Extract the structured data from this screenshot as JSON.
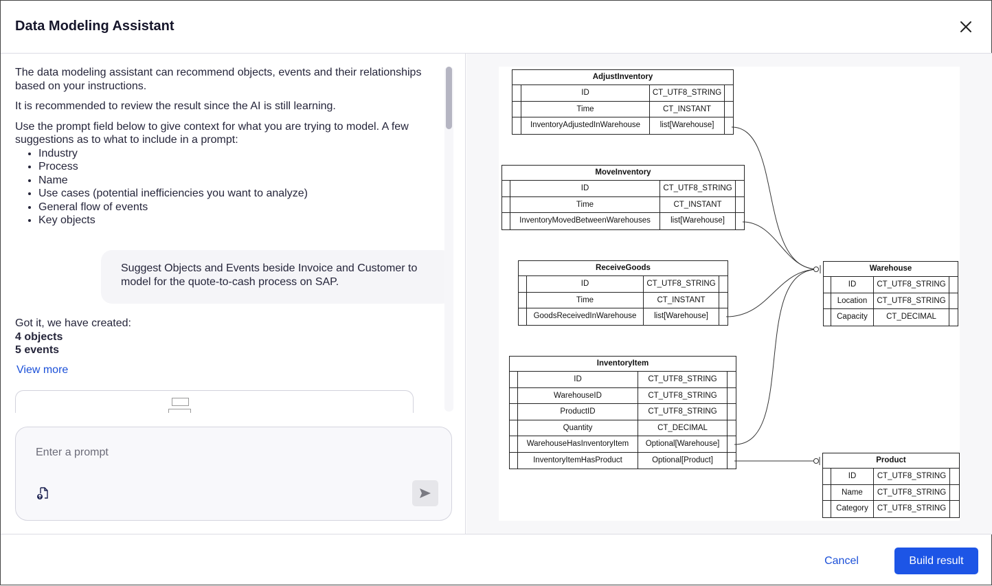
{
  "header": {
    "title": "Data Modeling Assistant",
    "close_icon": "close-icon"
  },
  "chat": {
    "intro": "The data modeling assistant can recommend objects, events and their relationships based on your instructions.",
    "note": "It is recommended to review the result since the AI is still learning.",
    "suggest": "Use the prompt field below to give context for what you are trying to model. A few suggestions as to what to include in a prompt:",
    "suggestions": [
      "Industry",
      "Process",
      "Name",
      "Use cases (potential inefficiencies you want to analyze)",
      "General flow of events",
      "Key objects"
    ],
    "user_message": "Suggest Objects and Events beside Invoice and Customer to model for the quote-to-cash process on SAP.",
    "reply": "Got it, we have created:",
    "objects_count": "4 objects",
    "events_count": "5 events",
    "view_more": "View more"
  },
  "prompt": {
    "placeholder": "Enter a prompt",
    "attach_icon": "file-upload-icon",
    "send_icon": "send-icon"
  },
  "diagram": {
    "tables": [
      {
        "name": "AdjustInventory",
        "rows": [
          [
            "ID",
            "CT_UTF8_STRING"
          ],
          [
            "Time",
            "CT_INSTANT"
          ],
          [
            "InventoryAdjustedInWarehouse",
            "list[Warehouse]"
          ]
        ]
      },
      {
        "name": "MoveInventory",
        "rows": [
          [
            "ID",
            "CT_UTF8_STRING"
          ],
          [
            "Time",
            "CT_INSTANT"
          ],
          [
            "InventoryMovedBetweenWarehouses",
            "list[Warehouse]"
          ]
        ]
      },
      {
        "name": "ReceiveGoods",
        "rows": [
          [
            "ID",
            "CT_UTF8_STRING"
          ],
          [
            "Time",
            "CT_INSTANT"
          ],
          [
            "GoodsReceivedInWarehouse",
            "list[Warehouse]"
          ]
        ]
      },
      {
        "name": "InventoryItem",
        "rows": [
          [
            "ID",
            "CT_UTF8_STRING"
          ],
          [
            "WarehouseID",
            "CT_UTF8_STRING"
          ],
          [
            "ProductID",
            "CT_UTF8_STRING"
          ],
          [
            "Quantity",
            "CT_DECIMAL"
          ],
          [
            "WarehouseHasInventoryItem",
            "Optional[Warehouse]"
          ],
          [
            "InventoryItemHasProduct",
            "Optional[Product]"
          ]
        ]
      },
      {
        "name": "Warehouse",
        "rows": [
          [
            "ID",
            "CT_UTF8_STRING"
          ],
          [
            "Location",
            "CT_UTF8_STRING"
          ],
          [
            "Capacity",
            "CT_DECIMAL"
          ]
        ]
      },
      {
        "name": "Product",
        "rows": [
          [
            "ID",
            "CT_UTF8_STRING"
          ],
          [
            "Name",
            "CT_UTF8_STRING"
          ],
          [
            "Category",
            "CT_UTF8_STRING"
          ]
        ]
      }
    ]
  },
  "footer": {
    "cancel": "Cancel",
    "build": "Build result"
  },
  "colors": {
    "accent": "#1d55e6",
    "link": "#1a4fd8"
  }
}
